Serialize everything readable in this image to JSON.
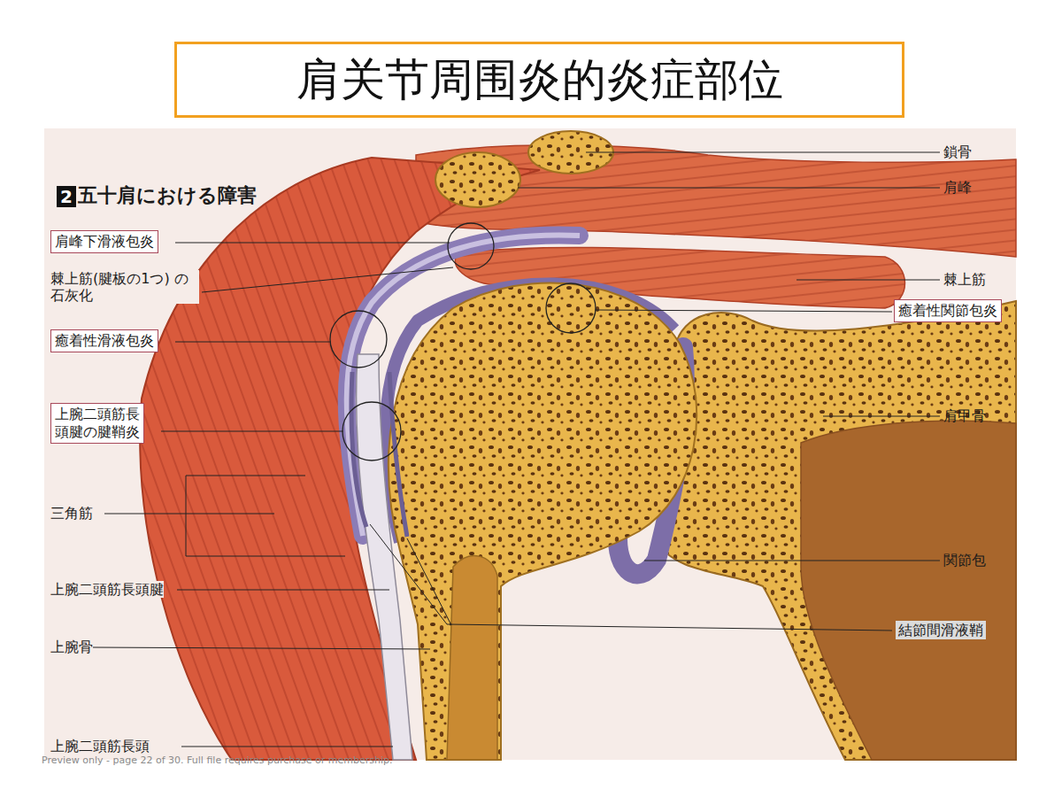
{
  "diagram": {
    "title": "肩关节周围炎的炎症部位",
    "nodes": [
      {
        "text": [
          "肩峰下滑液包炎"
        ]
      },
      {
        "text": [
          "癒着性関節包炎"
        ]
      },
      {
        "text": [
          "癒着性滑液包炎"
        ]
      },
      {
        "text": [
          "上腕二頭筋長頭腱の腱鞘炎"
        ]
      }
    ],
    "labels": [
      "2",
      "五十肩における障害",
      "棘上筋(腱板の1つ) の石灰化",
      "鎖骨",
      "肩峰",
      "棘上筋",
      "肩甲骨",
      "三角筋",
      "関節包",
      "上腕二頭筋長頭腱",
      "結節間滑液鞘",
      "上腕骨",
      "上腕二頭筋長頭",
      "Preview only - page 22 of 30. Full file requires purchase or membership."
    ]
  }
}
